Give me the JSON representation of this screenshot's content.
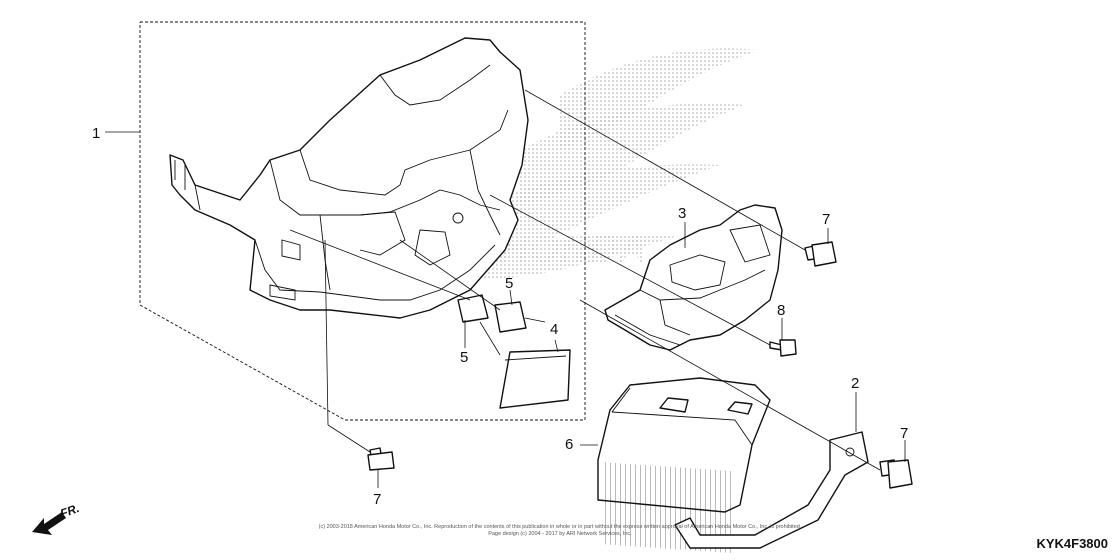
{
  "callouts": [
    {
      "id": "c1",
      "text": "1"
    },
    {
      "id": "c2",
      "text": "2"
    },
    {
      "id": "c3",
      "text": "3"
    },
    {
      "id": "c4",
      "text": "4"
    },
    {
      "id": "c5a",
      "text": "5"
    },
    {
      "id": "c5b",
      "text": "5"
    },
    {
      "id": "c6",
      "text": "6"
    },
    {
      "id": "c7a",
      "text": "7"
    },
    {
      "id": "c7b",
      "text": "7"
    },
    {
      "id": "c7c",
      "text": "7"
    },
    {
      "id": "c8",
      "text": "8"
    }
  ],
  "diagram_code": "KYK4F3800",
  "direction_label": "FR.",
  "copyright": {
    "line1": "(c) 2003-2018 American Honda Motor Co., Inc. Reproduction of the contents of this publication in whole or in part without the express written approval of American Honda Motor Co., Inc. is prohibited.",
    "line2": "Page design (c) 2004 - 2017 by ARI Network Services, Inc."
  },
  "watermark": "HONDA"
}
